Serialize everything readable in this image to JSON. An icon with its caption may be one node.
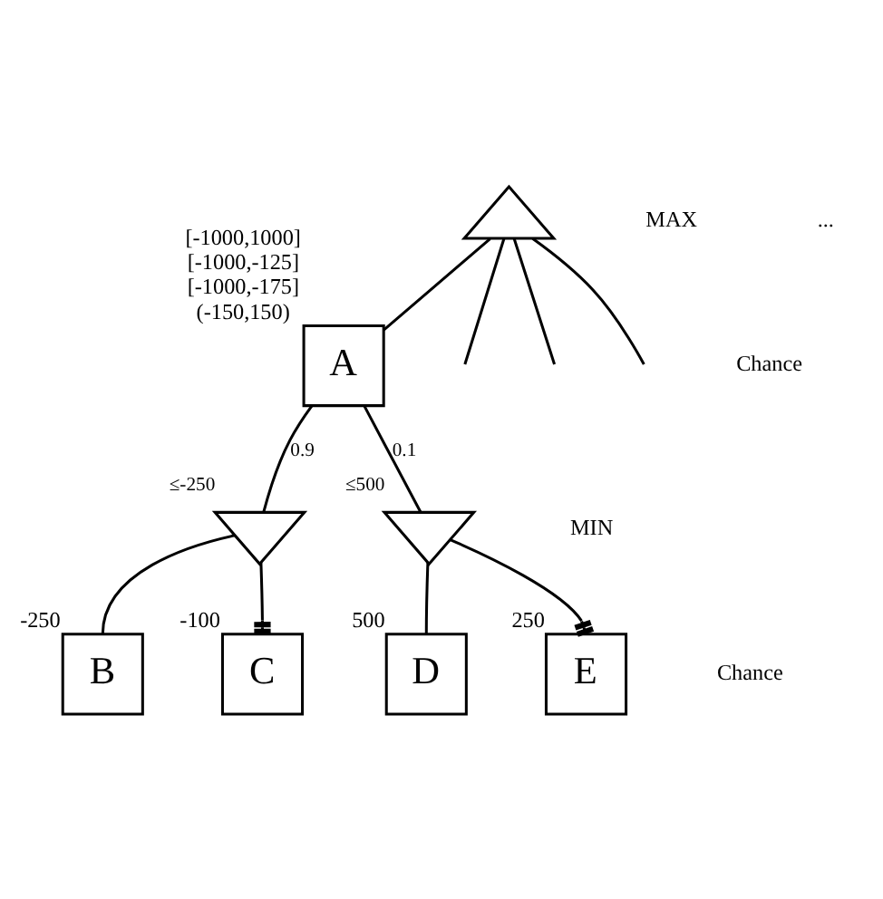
{
  "diagram": {
    "nodes": [
      {
        "text": [],
        "shape": "triangle"
      },
      {
        "text": [
          "A"
        ],
        "beside": [
          "[-1000,1000]",
          "[-1000,-125]",
          "[-1000,-175]",
          "(-150,150)"
        ]
      },
      {
        "text": [],
        "shape": "triangle",
        "beside": [
          "≤-250"
        ]
      },
      {
        "text": [],
        "shape": "triangle",
        "beside": [
          "≤500"
        ]
      },
      {
        "text": [
          "B"
        ],
        "beside": [
          "-250"
        ]
      },
      {
        "text": [
          "C"
        ],
        "beside": [
          "-100"
        ]
      },
      {
        "text": [
          "D"
        ],
        "beside": [
          "500"
        ]
      },
      {
        "text": [
          "E"
        ],
        "beside": [
          "250"
        ]
      }
    ],
    "edges": [
      {
        "from": 0,
        "to": 1,
        "arrow": "none"
      },
      {
        "from": 0,
        "to": null,
        "arrow": "none"
      },
      {
        "from": 0,
        "to": null,
        "arrow": "none"
      },
      {
        "from": 0,
        "to": null,
        "arrow": "none"
      },
      {
        "from": 1,
        "to": 2,
        "label": "0.9",
        "arrow": "none"
      },
      {
        "from": 1,
        "to": 3,
        "label": "0.1",
        "arrow": "none"
      },
      {
        "from": 2,
        "to": 4,
        "arrow": "none"
      },
      {
        "from": 2,
        "to": 5,
        "arrow": "other"
      },
      {
        "from": 3,
        "to": 6,
        "arrow": "none"
      },
      {
        "from": 3,
        "to": 7,
        "arrow": "other"
      }
    ],
    "labels": [
      "MAX",
      "...",
      "Chance",
      "MIN",
      "Chance"
    ]
  }
}
